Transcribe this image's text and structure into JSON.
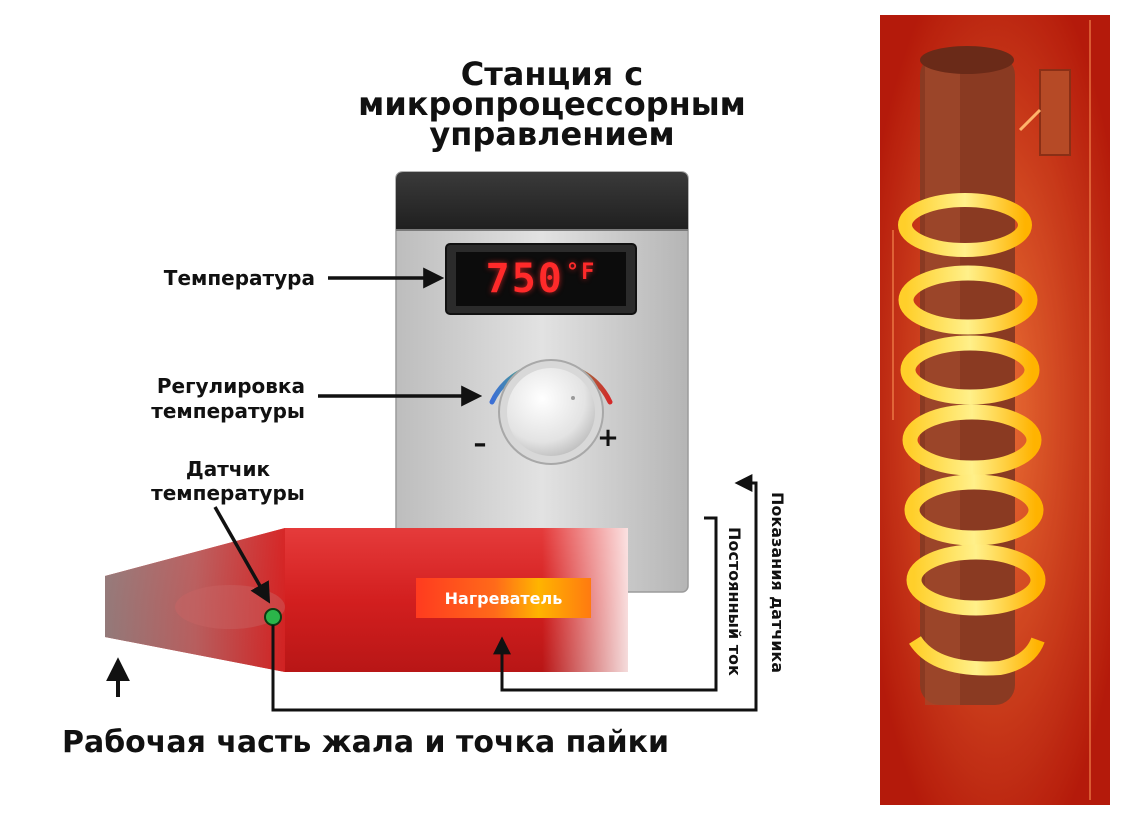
{
  "title": {
    "line1": "Станция с",
    "line2": "микропроцессорным",
    "line3": "управлением"
  },
  "labels": {
    "temperature": "Температура",
    "temp_control_line1": "Регулировка",
    "temp_control_line2": "температуры",
    "sensor_line1": "Датчик",
    "sensor_line2": "температуры",
    "tip": "Рабочая часть жала и точка пайки",
    "dc_current": "Постоянный ток",
    "sensor_reading": "Показания датчика"
  },
  "display": {
    "value": "750",
    "unit": "°F",
    "color": "#ff2a2a"
  },
  "knob": {
    "minus": "–",
    "plus": "+"
  },
  "heater": {
    "label": "Нагреватель"
  },
  "colors": {
    "iron_red": "#d62424",
    "sensor_green": "#2bb54a",
    "station_gray": "#c9c9c9",
    "station_top": "#2a2a2a"
  }
}
